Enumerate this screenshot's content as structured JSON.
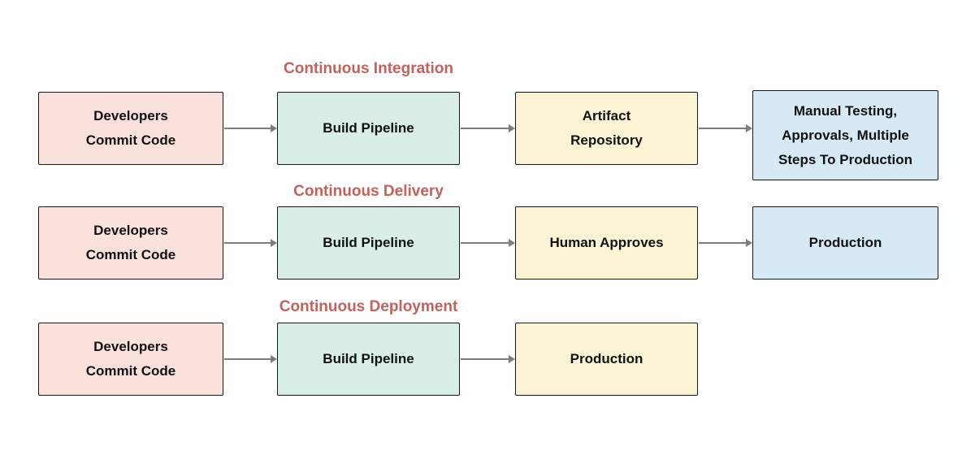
{
  "diagram": {
    "background": "#ffffff",
    "colors": {
      "pink": "#fae1de",
      "green": "#d9efe5",
      "yellow": "#faf3d4",
      "blue": "#d6eaf6",
      "title": "#c2625a",
      "arrow": "#7d7d7d",
      "border": "#161616",
      "text": "#111111"
    },
    "rows": [
      {
        "title": "Continuous Integration",
        "nodes": [
          {
            "label": "Developers\nCommit Code",
            "color": "pink"
          },
          {
            "label": "Build Pipeline",
            "color": "green"
          },
          {
            "label": "Artifact\nRepository",
            "color": "yellow"
          },
          {
            "label": "Manual Testing,\nApprovals, Multiple\nSteps To Production",
            "color": "blue"
          }
        ]
      },
      {
        "title": "Continuous Delivery",
        "nodes": [
          {
            "label": "Developers\nCommit Code",
            "color": "pink"
          },
          {
            "label": "Build Pipeline",
            "color": "green"
          },
          {
            "label": "Human Approves",
            "color": "yellow"
          },
          {
            "label": "Production",
            "color": "blue"
          }
        ]
      },
      {
        "title": "Continuous Deployment",
        "nodes": [
          {
            "label": "Developers\nCommit Code",
            "color": "pink"
          },
          {
            "label": "Build Pipeline",
            "color": "green"
          },
          {
            "label": "Production",
            "color": "yellow"
          }
        ]
      }
    ]
  }
}
